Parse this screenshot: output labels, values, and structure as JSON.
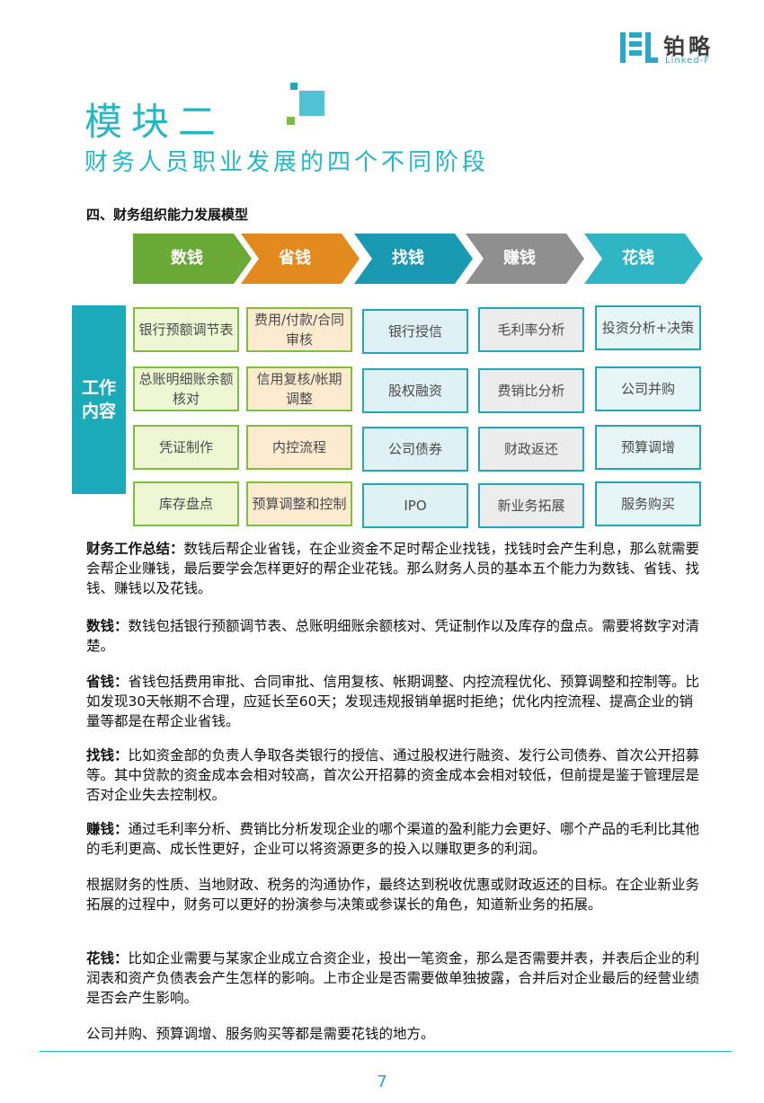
{
  "logo": {
    "cn": "铂略",
    "en": "Linked-F"
  },
  "header": {
    "title": "模块二",
    "subtitle": "财务人员职业发展的四个不同阶段"
  },
  "section_heading": "四、财务组织能力发展模型",
  "stages": [
    {
      "label": "数钱",
      "color": "#6aa936"
    },
    {
      "label": "省钱",
      "color": "#e38a1f"
    },
    {
      "label": "找钱",
      "color": "#1a9ab2"
    },
    {
      "label": "赚钱",
      "color": "#8f8f8f"
    },
    {
      "label": "花钱",
      "color": "#2fb5c3"
    }
  ],
  "work_label": "工作内容",
  "grid": [
    [
      "银行预额调节表",
      "费用/付款/合同审核",
      "银行授信",
      "毛利率分析",
      "投资分析+决策"
    ],
    [
      "总账明细账余额核对",
      "信用复核/帐期调整",
      "股权融资",
      "费销比分析",
      "公司并购"
    ],
    [
      "凭证制作",
      "内控流程",
      "公司债券",
      "财政返还",
      "预算调增"
    ],
    [
      "库存盘点",
      "预算调整和控制",
      "IPO",
      "新业务拓展",
      "服务购买"
    ]
  ],
  "paragraphs": [
    {
      "label": "财务工作总结：",
      "text": "数钱后帮企业省钱，在企业资金不足时帮企业找钱，找钱时会产生利息，那么就需要会帮企业赚钱，最后要学会怎样更好的帮企业花钱。那么财务人员的基本五个能力为数钱、省钱、找钱、赚钱以及花钱。"
    },
    {
      "label": "数钱：",
      "text": "数钱包括银行预额调节表、总账明细账余额核对、凭证制作以及库存的盘点。需要将数字对清楚。"
    },
    {
      "label": "省钱：",
      "text": "省钱包括费用审批、合同审批、信用复核、帐期调整、内控流程优化、预算调整和控制等。比如发现30天帐期不合理，应延长至60天；发现违规报销单据时拒绝；优化内控流程、提高企业的销量等都是在帮企业省钱。"
    },
    {
      "label": "找钱：",
      "text": "比如资金部的负责人争取各类银行的授信、通过股权进行融资、发行公司债券、首次公开招募等。其中贷款的资金成本会相对较高，首次公开招募的资金成本会相对较低，但前提是鉴于管理层是否对企业失去控制权。"
    },
    {
      "label": "赚钱：",
      "text": "通过毛利率分析、费销比分析发现企业的哪个渠道的盈利能力会更好、哪个产品的毛利比其他的毛利更高、成长性更好，企业可以将资源更多的投入以赚取更多的利润。"
    },
    {
      "label": "",
      "text": "根据财务的性质、当地财政、税务的沟通协作，最终达到税收优惠或财政返还的目标。在企业新业务拓展的过程中，财务可以更好的扮演参与决策或参谋长的角色，知道新业务的拓展。"
    },
    {
      "label": "花钱：",
      "text": "比如企业需要与某家企业成立合资企业，投出一笔资金，那么是否需要并表，并表后企业的利润表和资产负债表会产生怎样的影响。上市企业是否需要做单独披露，合并后对企业最后的经营业绩是否会产生影响。"
    },
    {
      "label": "",
      "text": "公司并购、预算调增、服务购买等都是需要花钱的地方。"
    }
  ],
  "page_number": "7"
}
